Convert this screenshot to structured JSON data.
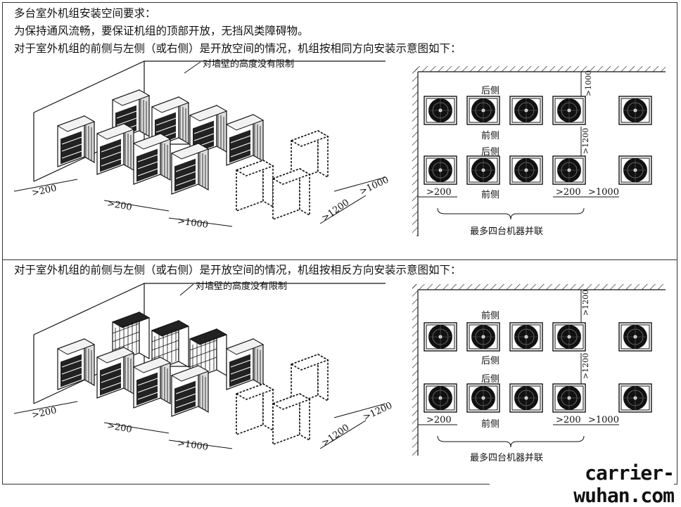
{
  "header": {
    "line1": "多台室外机组安装空间要求：",
    "line2": "为保持通风流畅，要保证机组的顶部开放，无挡风类障碍物。",
    "line3": "对于室外机组的前侧与左侧（或右侧）是开放空间的情况，机组按相同方向安装示意图如下："
  },
  "section2": {
    "title": "对于室外机组的前侧与左侧（或右侧）是开放空间的情况，机组按相反方向安装示意图如下："
  },
  "diagram1": {
    "wall_note": "对墙壁的高度没有限制",
    "dims": {
      "left_gap": ">200",
      "between_rows": ">200",
      "front": ">1000",
      "right_side": ">1000",
      "front_right": ">1200"
    },
    "plan": {
      "top_label": "后侧",
      "mid_label_front": "前侧",
      "mid_label_rear": "后侧",
      "bottom_label": "前侧",
      "dim_top": ">1000",
      "dim_mid": ">1200",
      "dim_left": ">200",
      "dim_right": ">200",
      "dim_far": ">1000",
      "caption": "最多四台机器并联"
    }
  },
  "diagram2": {
    "wall_note": "对墙壁的高度没有限制",
    "dims": {
      "left_gap": ">200",
      "between_rows": ">200",
      "front": ">1000",
      "right_side": ">1200",
      "front_right": ">1200"
    },
    "plan": {
      "top_label": "前侧",
      "mid_label_front": "后侧",
      "mid_label_rear": "后侧",
      "bottom_label": "前侧",
      "dim_top": ">1200",
      "dim_mid": ">1200",
      "dim_left": ">200",
      "dim_right": ">200",
      "dim_far": ">1000",
      "caption": "最多四台机器并联"
    }
  },
  "watermark": "carrier-wuhan.com"
}
